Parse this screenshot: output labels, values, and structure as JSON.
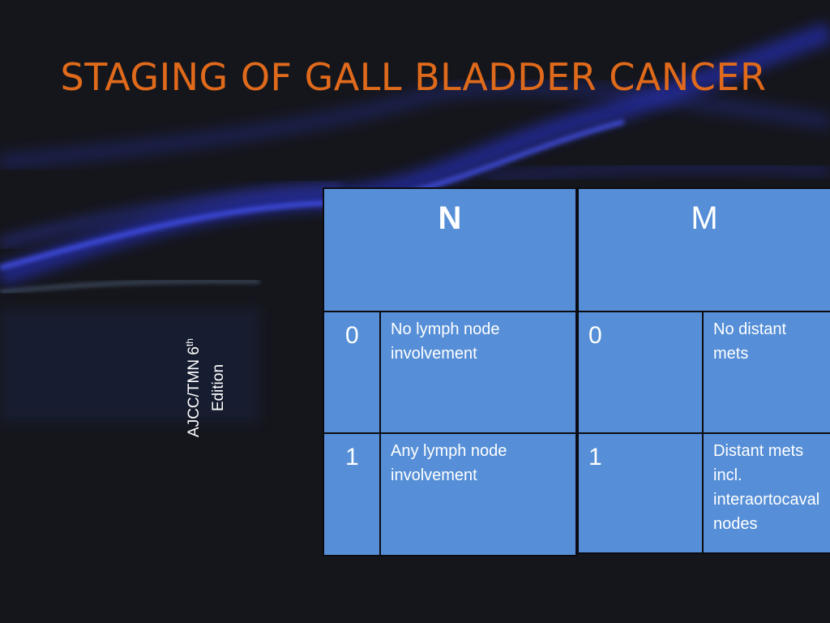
{
  "slide": {
    "title": "STAGING OF GALL BLADDER CANCER",
    "side_label_line1": "AJCC/TMN 6",
    "side_label_sup": "th",
    "side_label_line2": "Edition"
  },
  "table_n": {
    "header": "N",
    "rows": [
      {
        "code": "0",
        "description": "No lymph node involvement"
      },
      {
        "code": "1",
        "description": "Any lymph node involvement"
      }
    ]
  },
  "table_m": {
    "header": "M",
    "rows": [
      {
        "code": "0",
        "description": "No distant mets"
      },
      {
        "code": "1",
        "description": "Distant mets incl. interaortocaval nodes"
      }
    ]
  },
  "colors": {
    "title": "#e06a1b",
    "table_fill": "#568fd7",
    "background": "#15161c",
    "glow": "#2f3cff"
  }
}
